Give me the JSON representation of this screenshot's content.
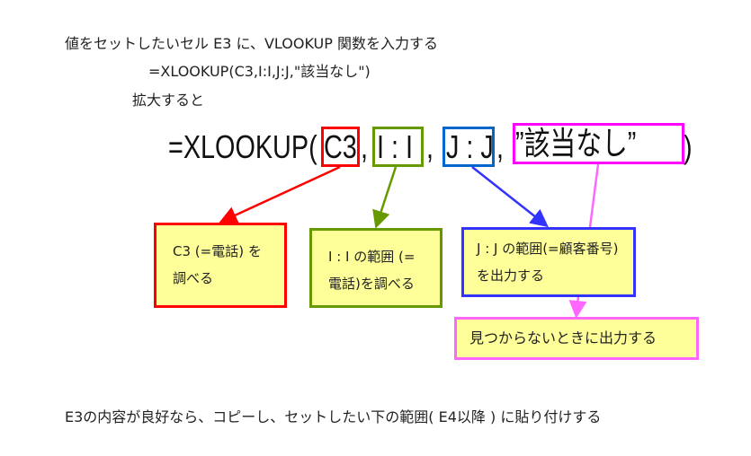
{
  "lines": {
    "line1": "値をセットしたいセル E3 に、VLOOKUP 関数を入力する",
    "line2": "=XLOOKUP(C3,I:I,J:J,\"該当なし\")",
    "line3": "拡大すると",
    "footer": "E3の内容が良好なら、コピーし、セットしたい下の範囲( E4以降 ) に貼り付けする"
  },
  "formula": {
    "prefix": "=XLOOKUP(",
    "arg1": "C3",
    "arg2": "I : I",
    "arg3": "J : J",
    "arg4": "”該当なし”",
    "comma": ",",
    "suffix": ")"
  },
  "notes": {
    "arg1": "C3 (=電話) を調べる",
    "arg2": "I : I の範囲 (=電話)を調べる",
    "arg3": "J : J の範囲(=顧客番号)を出力する",
    "arg4": "見つからないときに出力する"
  },
  "colors": {
    "red": "#ff0000",
    "green": "#669900",
    "blue": "#3333ff",
    "magenta": "#ff55ff",
    "fill": "#ffff99"
  }
}
